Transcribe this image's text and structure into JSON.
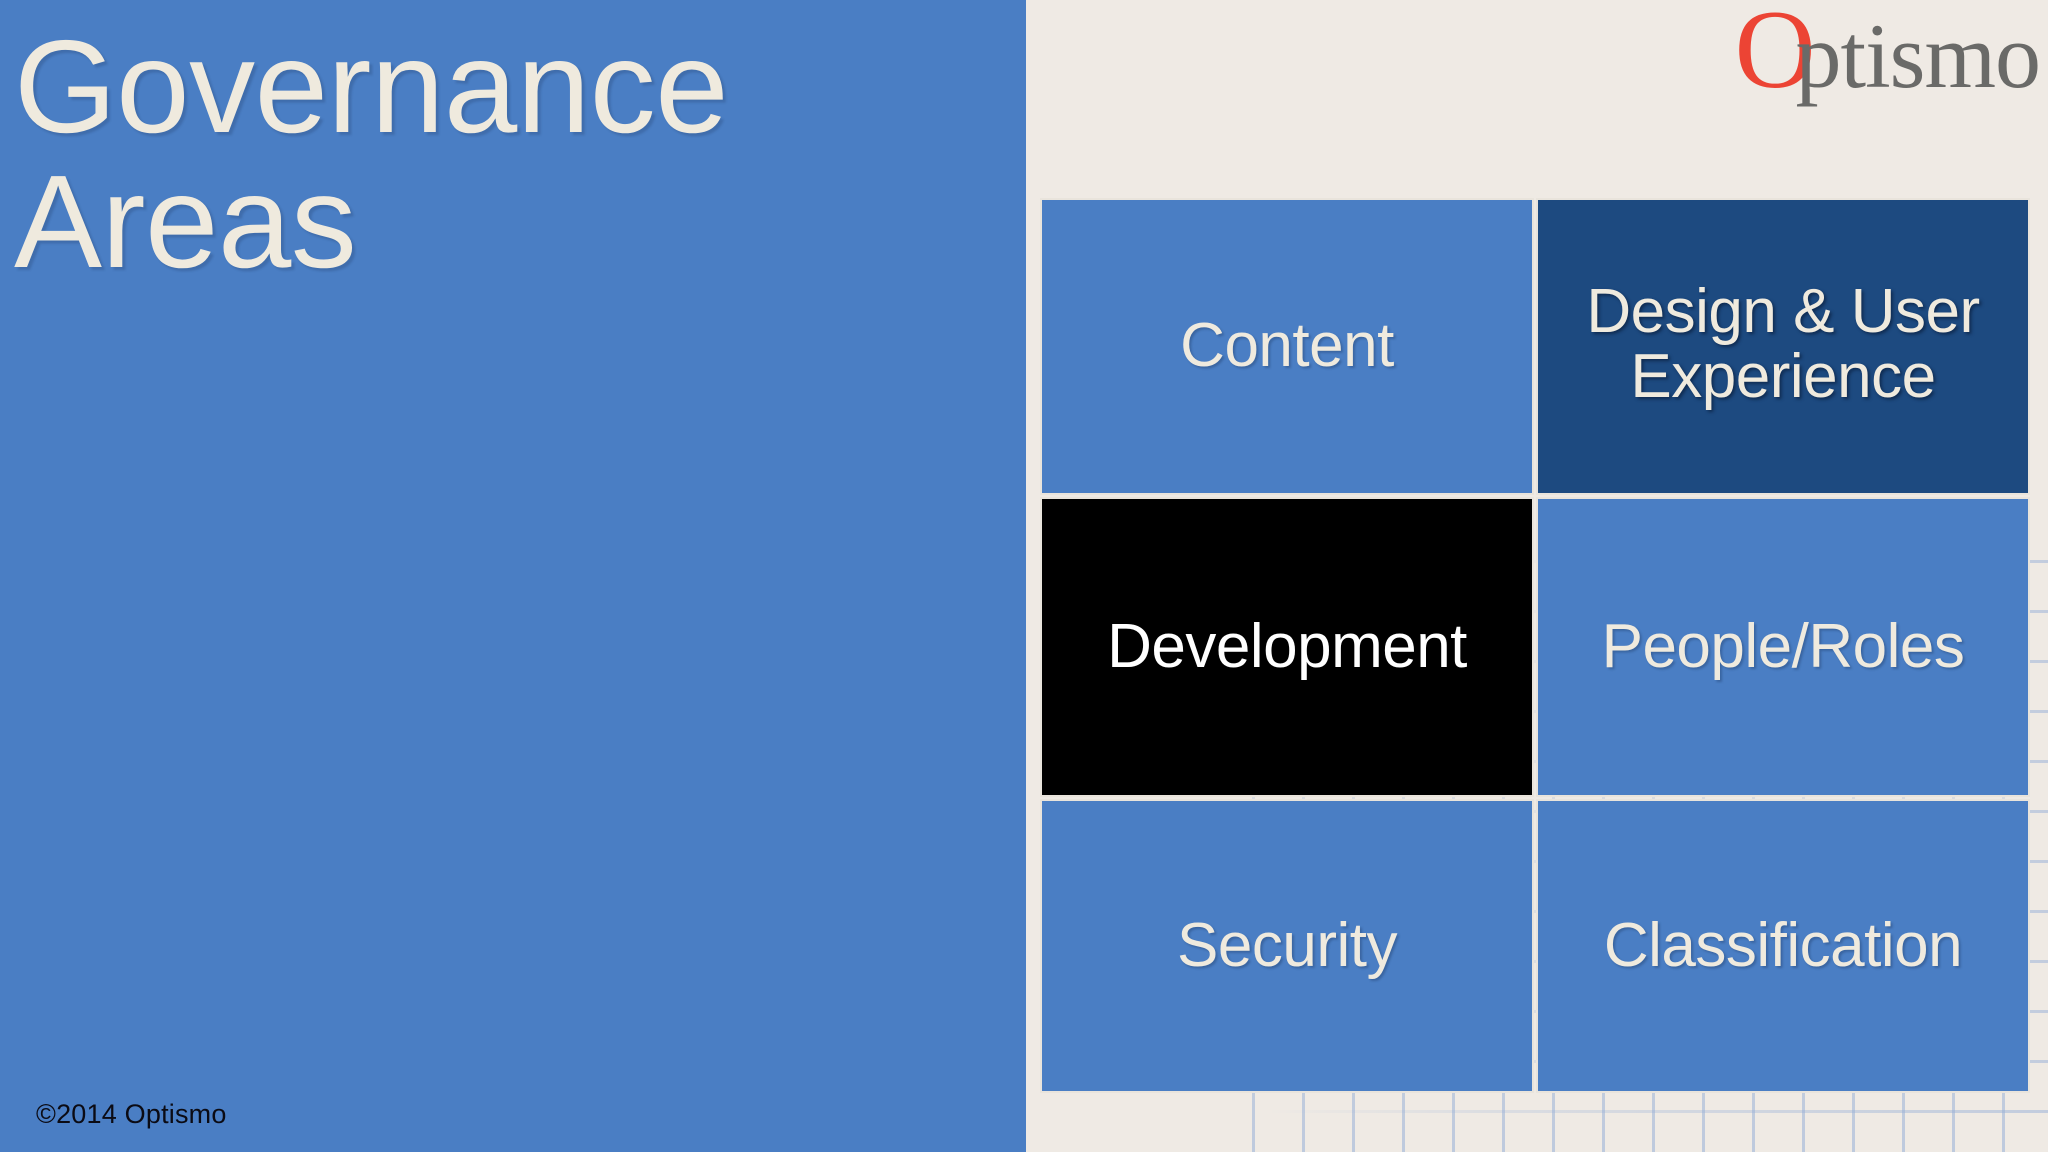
{
  "slide": {
    "title": "Governance\nAreas",
    "copyright": "©2014 Optismo",
    "background_color": "#efeae4",
    "panel_color": "#4a7ec4",
    "title_color": "#efeade"
  },
  "logo": {
    "name": "Optismo",
    "initial": "O",
    "remainder": "ptismo",
    "initial_color": "#ec4434",
    "remainder_color": "#6a6a68"
  },
  "tiles": [
    {
      "label": "Content",
      "style": "blue",
      "row": 1,
      "col": 1,
      "bg": "#4a7ec4",
      "text_color": "#efeade"
    },
    {
      "label": "Design & User\nExperience",
      "style": "navy",
      "row": 1,
      "col": 2,
      "bg": "#1d4a80",
      "text_color": "#efeade"
    },
    {
      "label": "Development",
      "style": "black",
      "row": 2,
      "col": 1,
      "bg": "#000000",
      "text_color": "#ffffff"
    },
    {
      "label": "People/Roles",
      "style": "blue",
      "row": 2,
      "col": 2,
      "bg": "#4a7ec4",
      "text_color": "#efeade"
    },
    {
      "label": "Security",
      "style": "blue",
      "row": 3,
      "col": 1,
      "bg": "#4a7ec4",
      "text_color": "#efeade"
    },
    {
      "label": "Classification",
      "style": "blue",
      "row": 3,
      "col": 2,
      "bg": "#4a7ec4",
      "text_color": "#efeade"
    }
  ],
  "decoration": {
    "grid_line_color": "#96afd7",
    "vertical_line_count": 16,
    "horizontal_line_count": 12
  }
}
